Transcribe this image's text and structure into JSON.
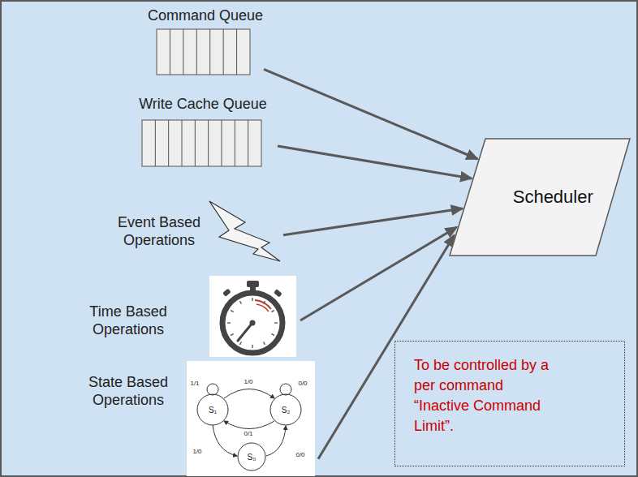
{
  "diagram": {
    "nodes": [
      {
        "text": [
          "Command Queue"
        ]
      },
      {
        "text": [
          "Write Cache Queue"
        ]
      },
      {
        "text": [
          "Event Based Operations"
        ]
      },
      {
        "text": [
          "Time Based Operations"
        ]
      },
      {
        "text": [
          "State Based Operations"
        ]
      },
      {
        "text": [
          "Scheduler"
        ]
      },
      {
        "text": [
          "To be controlled by a per command “Inactive Command Limit”."
        ]
      }
    ],
    "edges": [
      {
        "from": 0,
        "to": 5,
        "arrow": "to"
      },
      {
        "from": 1,
        "to": 5,
        "arrow": "to"
      },
      {
        "from": 2,
        "to": 5,
        "arrow": "to"
      },
      {
        "from": 3,
        "to": 5,
        "arrow": "to"
      },
      {
        "from": 4,
        "to": 5,
        "arrow": "to"
      }
    ],
    "labels": [
      "1/1",
      "1/0",
      "0/0",
      "S₁",
      "S₂",
      "0/1",
      "1/0",
      "S₀",
      "0/0"
    ]
  }
}
